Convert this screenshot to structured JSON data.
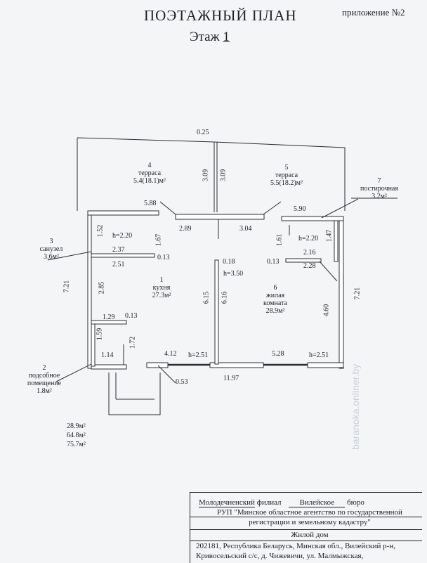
{
  "header": {
    "title": "ПОЭТАЖНЫЙ ПЛАН",
    "floor_label": "Этаж",
    "floor_number": "1",
    "appendix": "приложение №2"
  },
  "rooms": [
    {
      "number": "1",
      "name": "кухня",
      "area": "27.3м²"
    },
    {
      "number": "2",
      "name_line1": "подсобное",
      "name_line2": "помещение",
      "area": "1.8м²"
    },
    {
      "number": "3",
      "name": "санузел",
      "area": "3.6м²"
    },
    {
      "number": "4",
      "name": "терраса",
      "area": "5.4(18.1)м²"
    },
    {
      "number": "5",
      "name": "терраса",
      "area": "5.5(18.2)м²"
    },
    {
      "number": "6",
      "name_line1": "жилая",
      "name_line2": "комната",
      "area": "28.9м²"
    },
    {
      "number": "7",
      "name": "постирочная",
      "area": "3.2м²"
    }
  ],
  "dimensions": {
    "d_025": "0.25",
    "d_309": "3.09",
    "d_588": "5.88",
    "d_590": "5.90",
    "d_289": "2.89",
    "d_304": "3.04",
    "d_152": "1.52",
    "d_167": "1.67",
    "d_161": "1.61",
    "d_147": "1.47",
    "d_237": "2.37",
    "d_013": "0.13",
    "d_216": "2.16",
    "d_251": "2.51",
    "d_228": "2.28",
    "d_018": "0.18",
    "d_721": "7.21",
    "d_285": "2.85",
    "d_615": "6.15",
    "d_616": "6.16",
    "d_460": "4.60",
    "d_129": "1.29",
    "d_159": "1.59",
    "d_172": "1.72",
    "d_114": "1.14",
    "d_412": "4.12",
    "d_528": "5.28",
    "d_053": "0.53",
    "d_1197": "11.97"
  },
  "heights": {
    "h220": "h=2.20",
    "h350": "h=3.50",
    "h251": "h=2.51"
  },
  "totals": [
    "28.9м²",
    "64.8м²",
    "75.7м²"
  ],
  "stamp": {
    "branch": "Молодечненский",
    "branch_suffix": "филиал",
    "bureau": "Вилейское",
    "bureau_suffix": "бюро",
    "org_line1": "РУП \"Минское областное агентство по государственной",
    "org_line2": "регистрации и земельному кадастру\"",
    "object": "Жилой дом",
    "address_line1": "202181, Республика Беларусь, Минская обл., Вилейский р-н,",
    "address_line2": "Кривосельский с/с, д. Чижевичи, ул. Малмыжская,"
  },
  "watermark": "baranoka.onliner.by"
}
